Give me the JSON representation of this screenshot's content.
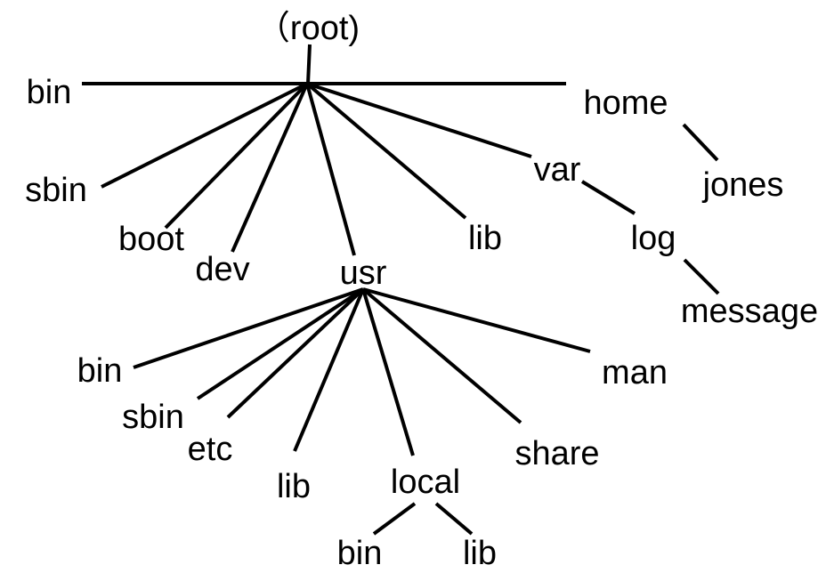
{
  "colors": {
    "background": "#ffffff",
    "ink": "#000000"
  },
  "tree": {
    "nodes": [
      {
        "id": "root",
        "label": "（root)"
      },
      {
        "id": "bin1",
        "label": "bin"
      },
      {
        "id": "home",
        "label": "home"
      },
      {
        "id": "jones",
        "label": "jones"
      },
      {
        "id": "sbin1",
        "label": "sbin"
      },
      {
        "id": "boot",
        "label": "boot"
      },
      {
        "id": "dev",
        "label": "dev"
      },
      {
        "id": "usr",
        "label": "usr"
      },
      {
        "id": "lib1",
        "label": "lib"
      },
      {
        "id": "var",
        "label": "var"
      },
      {
        "id": "log",
        "label": "log"
      },
      {
        "id": "message",
        "label": "message"
      },
      {
        "id": "usr_bin",
        "label": "bin"
      },
      {
        "id": "usr_sbin",
        "label": "sbin"
      },
      {
        "id": "usr_etc",
        "label": "etc"
      },
      {
        "id": "usr_lib",
        "label": "lib"
      },
      {
        "id": "usr_local",
        "label": "local"
      },
      {
        "id": "usr_share",
        "label": "share"
      },
      {
        "id": "usr_man",
        "label": "man"
      },
      {
        "id": "local_bin",
        "label": "bin"
      },
      {
        "id": "local_lib",
        "label": "lib"
      }
    ],
    "edges": [
      [
        "root",
        "bin1"
      ],
      [
        "root",
        "home"
      ],
      [
        "home",
        "jones"
      ],
      [
        "root",
        "sbin1"
      ],
      [
        "root",
        "boot"
      ],
      [
        "root",
        "dev"
      ],
      [
        "root",
        "usr"
      ],
      [
        "root",
        "lib1"
      ],
      [
        "root",
        "var"
      ],
      [
        "var",
        "log"
      ],
      [
        "log",
        "message"
      ],
      [
        "usr",
        "usr_bin"
      ],
      [
        "usr",
        "usr_sbin"
      ],
      [
        "usr",
        "usr_etc"
      ],
      [
        "usr",
        "usr_lib"
      ],
      [
        "usr",
        "usr_local"
      ],
      [
        "usr",
        "usr_share"
      ],
      [
        "usr",
        "usr_man"
      ],
      [
        "usr_local",
        "local_bin"
      ],
      [
        "usr_local",
        "local_lib"
      ]
    ]
  }
}
